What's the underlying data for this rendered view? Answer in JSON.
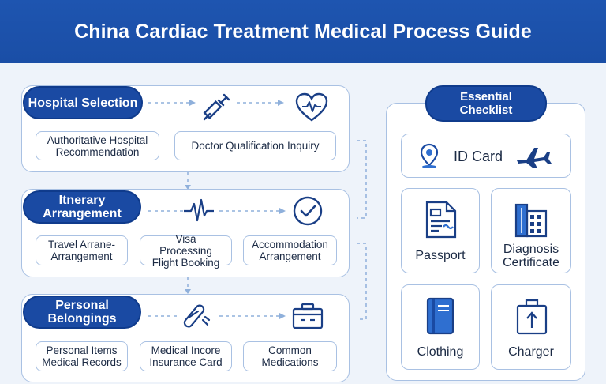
{
  "title": "China Cardiac Treatment Medical Process Guide",
  "sections": [
    {
      "label": "Hospital Selection",
      "items": [
        "Authoritative Hospital Recommendation",
        "Doctor Qualification Inquiry"
      ]
    },
    {
      "label": "Itnerary Arrangement",
      "items": [
        "Travel Arrane- Arrangement",
        "Visa Processing Flight Booking",
        "Accommodation Arrangement"
      ]
    },
    {
      "label": "Personal Belongings",
      "items": [
        "Personal Items Medical Records",
        "Medical Incore Insurance Card",
        "Common Medications"
      ]
    }
  ],
  "checklist": {
    "title": "Essential Checklist",
    "id_card": "ID Card",
    "items": [
      "Passport",
      "Diagnosis Certificate",
      "Clothing",
      "Charger"
    ]
  },
  "colors": {
    "header": "#1e55b0",
    "accent": "#1a4aa3",
    "border": "#a9c1e3",
    "icon": "#1a3f86"
  },
  "icons": [
    "syringe-icon",
    "heart-icon",
    "heartbeat-icon",
    "checkmark-icon",
    "pills-icon",
    "medical-kit-icon",
    "location-pin-icon",
    "airplane-icon",
    "passport-icon",
    "certificate-icon",
    "clothing-icon",
    "charger-bag-icon"
  ]
}
